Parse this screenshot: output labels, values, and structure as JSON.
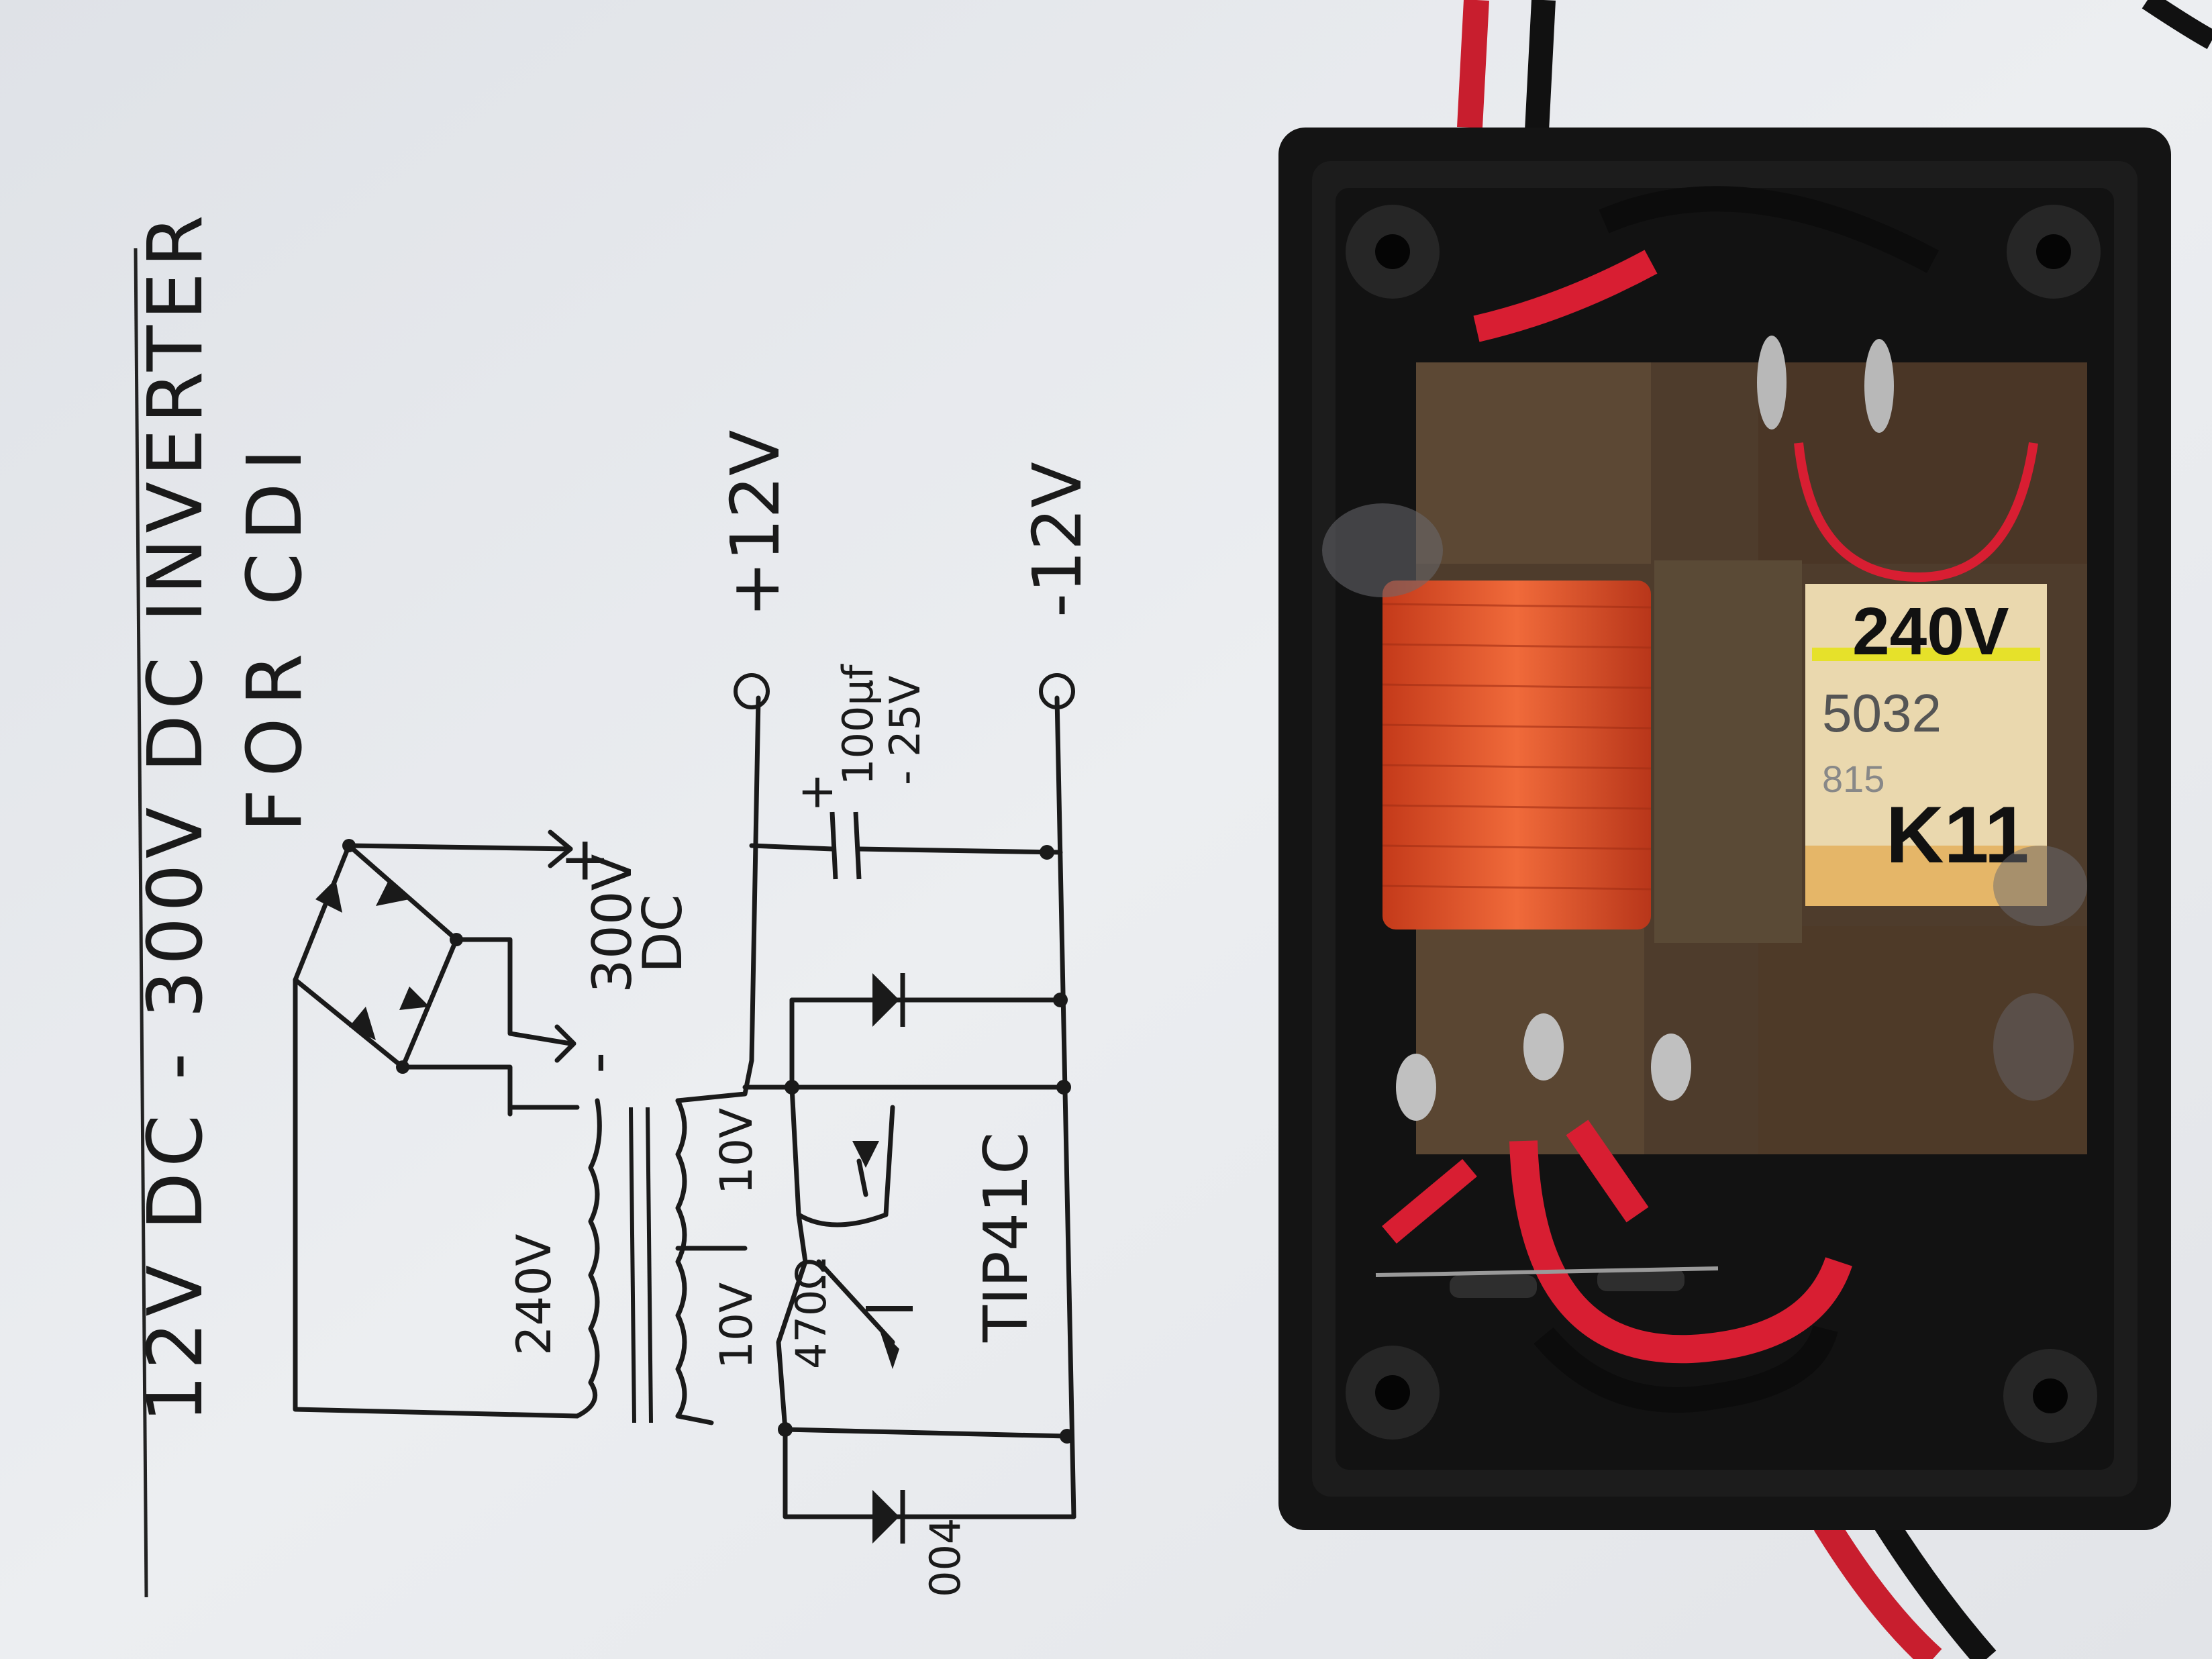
{
  "schematic": {
    "title_line1": "12V DC - 300V DC INVERTER",
    "title_line2": "FOR CDI",
    "labels": {
      "plus_12v": "+12V",
      "minus_12v": "-12V",
      "out_voltage": "300V",
      "out_dc": "DC",
      "out_plus": "+",
      "out_minus": "-",
      "cap_plus": "+",
      "cap_value": "100µf",
      "cap_rating": "- 25V",
      "secondary": "240V",
      "tap_upper": "10V",
      "tap_lower": "10V",
      "resistor": "470Ω",
      "transistor": "TIP41C",
      "diode": "004"
    }
  },
  "device": {
    "transformer_label_line1": "240V",
    "transformer_label_line2": "5032",
    "transformer_label_line3": "815",
    "transformer_label_line4": "K11"
  },
  "colors": {
    "paper": "#e6e8ec",
    "ink": "#1a1a1a",
    "case": "#161616",
    "copper": "#e0502a",
    "red_wire": "#d81e32",
    "bobbin": "#5a4633",
    "label_paper": "#ecd9b0"
  }
}
